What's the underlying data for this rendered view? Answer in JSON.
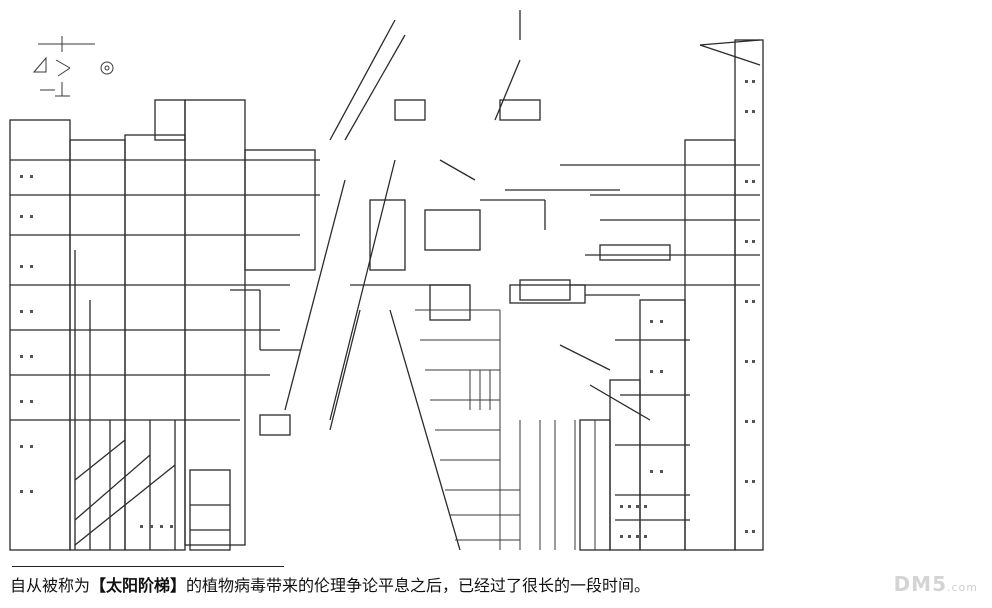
{
  "caption": {
    "prefix": "自从被称为",
    "highlight": "【太阳阶梯】",
    "suffix": "的植物病毒带来的伦理争论平息之后，已经过了很长的一段时间。"
  },
  "watermark": {
    "brand": "DM5",
    "domain": ".com"
  }
}
